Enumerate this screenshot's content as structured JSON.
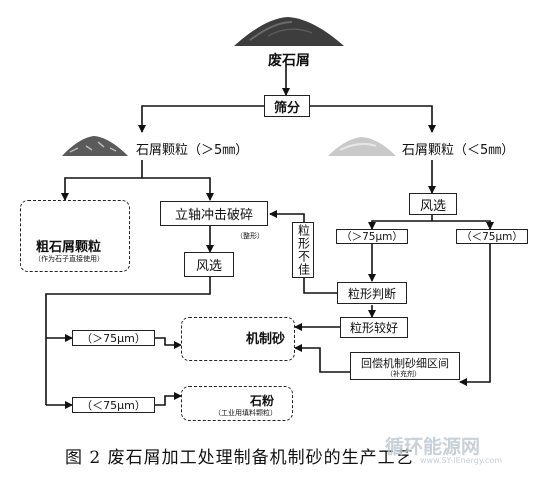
{
  "nodes": {
    "waste_chips": "废石屑",
    "screening": "筛分",
    "coarse_particles": "石屑颗粒（＞5㎜）",
    "fine_particles": "石屑颗粒（＜5㎜）",
    "coarse_gravel": "粗石屑颗粒",
    "coarse_gravel_note": "（作为石子直接使用）",
    "vsi_crusher": "立轴冲击破碎",
    "shaping_note": "（整形）",
    "air_sep_left": "风选",
    "air_sep_right": "风选",
    "gt75_right": "（＞75μm）",
    "lt75_right": "（＜75μm）",
    "gt75_left": "（＞75μm）",
    "lt75_left": "（＜75μm）",
    "poor_shape": "粒形不佳",
    "shape_judge": "粒形判断",
    "good_shape": "粒形较好",
    "machine_sand": "机制砂",
    "fine_supplement": "回偿机制砂细区间",
    "fine_supplement_note": "（补充剂）",
    "stone_powder": "石粉",
    "stone_powder_note": "（工业用填料颗粒）"
  },
  "caption": "图 2  废石屑加工处理制备机制砂的生产工艺",
  "watermark": {
    "text": "循环能源网",
    "url": "www.SY-iEnergy.com"
  }
}
